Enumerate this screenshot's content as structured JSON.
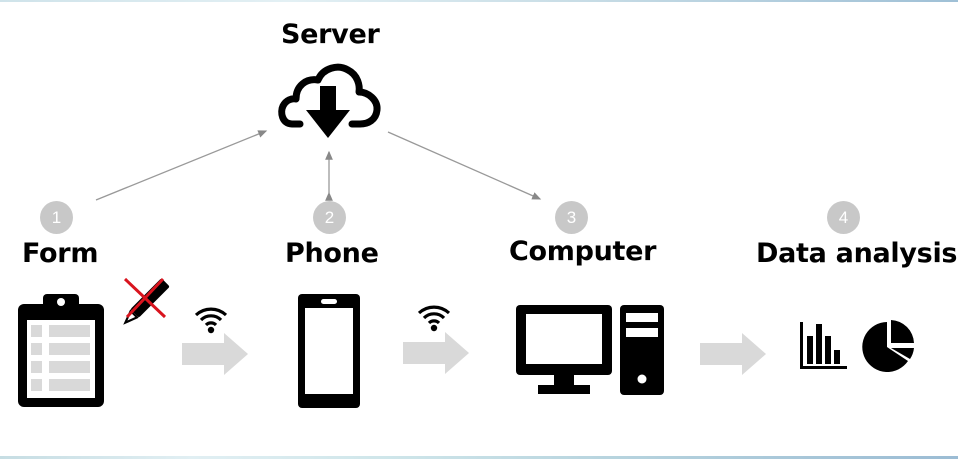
{
  "server": {
    "label": "Server",
    "icon": "cloud-download-icon"
  },
  "steps": [
    {
      "number": "1",
      "label": "Form",
      "icons": [
        "clipboard-form-icon",
        "crossed-pencil-icon"
      ]
    },
    {
      "number": "2",
      "label": "Phone",
      "icons": [
        "smartphone-icon"
      ]
    },
    {
      "number": "3",
      "label": "Computer",
      "icons": [
        "desktop-computer-icon"
      ]
    },
    {
      "number": "4",
      "label": "Data analysis",
      "icons": [
        "bar-chart-icon",
        "pie-chart-icon"
      ]
    }
  ],
  "transfers": [
    {
      "from": "Form",
      "to": "Phone",
      "icons": [
        "wifi-icon",
        "arrow-right-icon"
      ]
    },
    {
      "from": "Phone",
      "to": "Computer",
      "icons": [
        "wifi-icon",
        "arrow-right-icon"
      ]
    },
    {
      "from": "Computer",
      "to": "Data analysis",
      "icons": [
        "arrow-right-icon"
      ]
    }
  ],
  "server_links": [
    {
      "from": "Form",
      "to": "Server",
      "direction": "one-way"
    },
    {
      "from": "Phone",
      "to": "Server",
      "direction": "two-way"
    },
    {
      "from": "Server",
      "to": "Computer",
      "direction": "one-way"
    }
  ],
  "colors": {
    "badge": "#c8c8c8",
    "arrow": "#d9d9d9",
    "connector": "#888888",
    "cross": "#d9141e",
    "icon": "#000000"
  }
}
